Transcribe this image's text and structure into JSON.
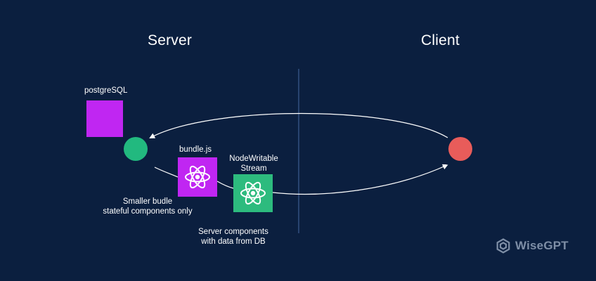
{
  "headings": {
    "server": "Server",
    "client": "Client"
  },
  "nodes": {
    "database": {
      "label": "postgreSQL",
      "color": "#c026f2"
    },
    "bundle": {
      "label": "bundle.js",
      "color": "#c026f2",
      "icon": "react-atom-icon"
    },
    "stream": {
      "label_line1": "NodeWritable",
      "label_line2": "Stream",
      "color": "#2dbb7e",
      "icon": "react-atom-icon"
    },
    "server_node": {
      "color": "#22b97f"
    },
    "client_node": {
      "color": "#e85c5a"
    }
  },
  "annotations": {
    "smaller_bundle_line1": "Smaller budle",
    "smaller_bundle_line2": "stateful components only",
    "server_components_line1": "Server components",
    "server_components_line2": "with data from DB"
  },
  "brand": {
    "name": "WiseGPT",
    "icon": "wisegpt-logo-icon"
  },
  "colors": {
    "background": "#0b1f3f",
    "divider": "#3d5c91",
    "arrow": "#ffffff"
  }
}
